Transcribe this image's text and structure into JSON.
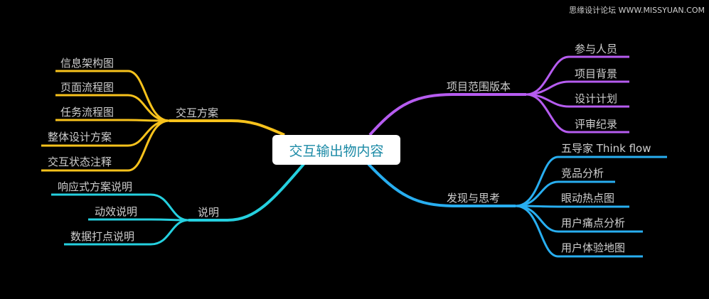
{
  "watermark": "思缘设计论坛 WWW.MISSYUAN.COM",
  "root": {
    "label": "交互输出物内容"
  },
  "branches": {
    "scope": {
      "label": "项目范围版本",
      "color": "#b65cf0",
      "children": [
        "参与人员",
        "项目背景",
        "设计计划",
        "评审纪录"
      ]
    },
    "discovery": {
      "label": "发现与思考",
      "color": "#28aef0",
      "children": [
        "五导家 Think flow",
        "竞品分析",
        "眼动热点图",
        "用户痛点分析",
        "用户体验地图"
      ]
    },
    "interaction": {
      "label": "交互方案",
      "color": "#f7c21c",
      "children": [
        "信息架构图",
        "页面流程图",
        "任务流程图",
        "整体设计方案",
        "交互状态注释"
      ]
    },
    "notes": {
      "label": "说明",
      "color": "#25d0df",
      "children": [
        "响应式方案说明",
        "动效说明",
        "数据打点说明"
      ]
    }
  }
}
